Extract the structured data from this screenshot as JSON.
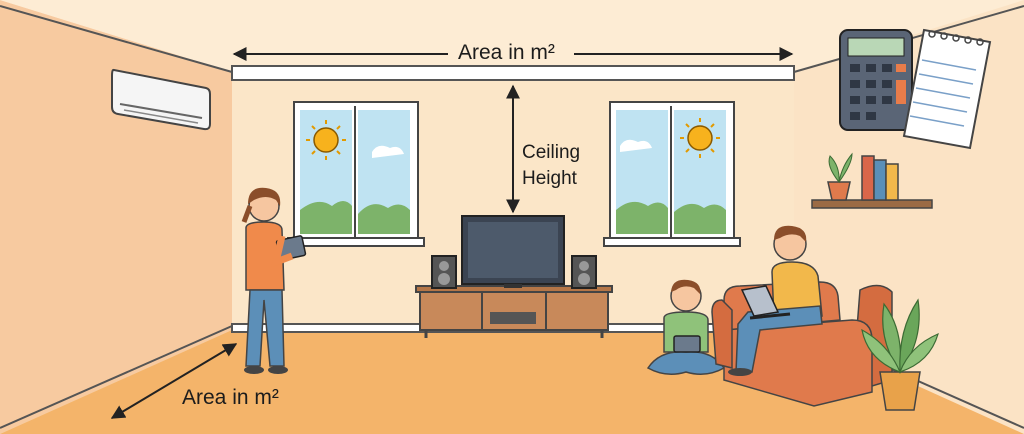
{
  "labels": {
    "area_top": "Area in m²",
    "area_floor": "Area in m²",
    "ceiling_line1": "Ceiling",
    "ceiling_line2": "Height"
  },
  "colors": {
    "back_wall": "#fbe6c8",
    "left_wall": "#f7caa0",
    "floor": "#f4b46a",
    "sky": "#bfe3f2",
    "sun": "#f7b21d",
    "sofa": "#e07a4c",
    "outline": "#333333"
  },
  "icons": [
    "air-conditioner-icon",
    "calculator-icon",
    "notepad-icon",
    "sun-icon",
    "tv-icon",
    "speaker-icon",
    "plant-icon",
    "books-icon",
    "laptop-icon",
    "tablet-icon"
  ]
}
